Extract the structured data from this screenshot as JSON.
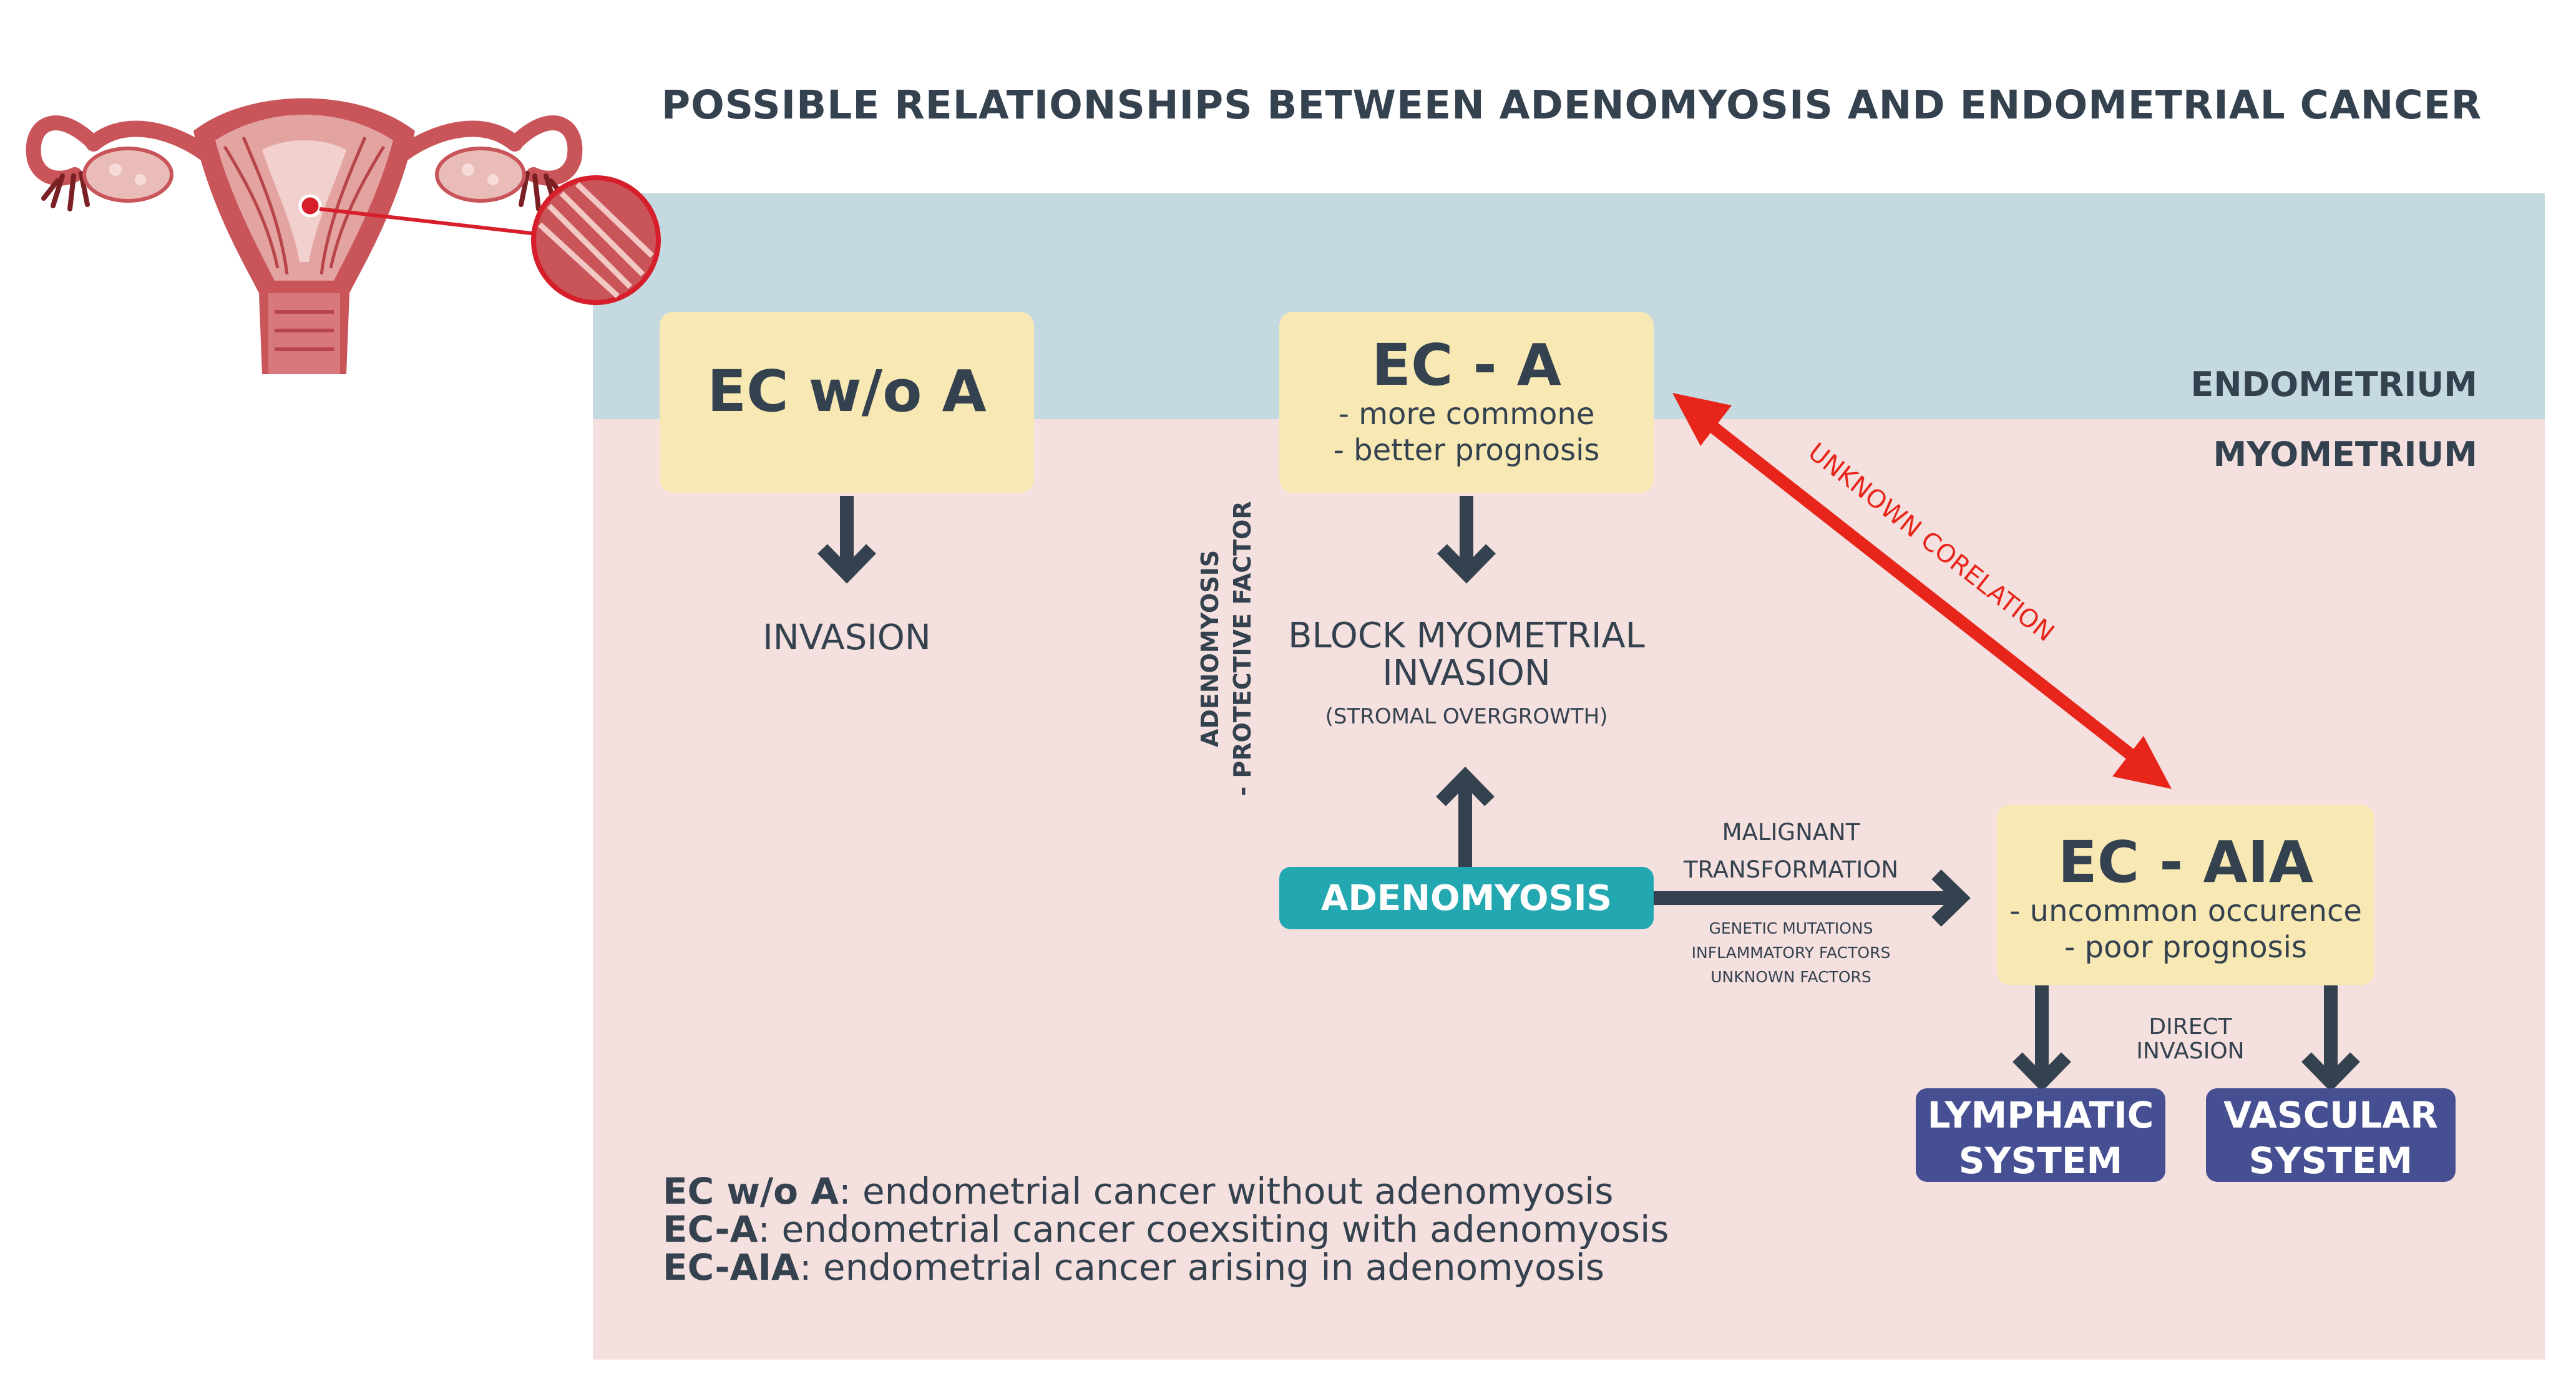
{
  "title": "POSSIBLE RELATIONSHIPS BETWEEN ADENOMYOSIS AND ENDOMETRIAL CANCER",
  "regions": {
    "endometrium": "ENDOMETRIUM",
    "myometrium": "MYOMETRIUM"
  },
  "boxes": {
    "ec_wo_a": {
      "title": "EC w/o A"
    },
    "ec_a": {
      "title": "EC - A",
      "line1": "- more commone",
      "line2": "- better prognosis"
    },
    "ec_aia": {
      "title": "EC - AIA",
      "line1": "- uncommon occurence",
      "line2": "- poor prognosis"
    }
  },
  "labels": {
    "invasion": "INVASION",
    "block_line1": "BLOCK MYOMETRIAL",
    "block_line2": "INVASION",
    "block_sub": "(STROMAL OVERGROWTH)",
    "protective_line1": "ADENOMYOSIS",
    "protective_line2": "- PROTECTIVE FACTOR",
    "adenomyosis": "ADENOMYOSIS",
    "malignant_line1": "MALIGNANT",
    "malignant_line2": "TRANSFORMATION",
    "factors": [
      "GENETIC MUTATIONS",
      "INFLAMMATORY FACTORS",
      "UNKNOWN FACTORS"
    ],
    "unknown_corelation": "UNKNOWN CORELATION",
    "direct_line1": "DIRECT",
    "direct_line2": "INVASION"
  },
  "systems": {
    "lymphatic_line1": "LYMPHATIC",
    "lymphatic_line2": "SYSTEM",
    "vascular_line1": "VASCULAR",
    "vascular_line2": "SYSTEM"
  },
  "legend": [
    {
      "term": "EC w/o A",
      "definition": ": endometrial cancer without adenomyosis"
    },
    {
      "term": "EC-A",
      "definition": ": endometrial cancer coexsiting with adenomyosis"
    },
    {
      "term": "EC-AIA",
      "definition": ": endometrial cancer arising in adenomyosis"
    }
  ],
  "colors": {
    "endometrium_band": "#c5d9e0",
    "myometrium_band": "#f4e0de",
    "box_fill": "#f8e9b4",
    "text_dark": "#34414e",
    "arrow_dark": "#34414e",
    "adenomyosis_pill": "#23a7b0",
    "system_box": "#464f91",
    "correlation_red": "#e8251b",
    "uterus": "#c9555a"
  }
}
